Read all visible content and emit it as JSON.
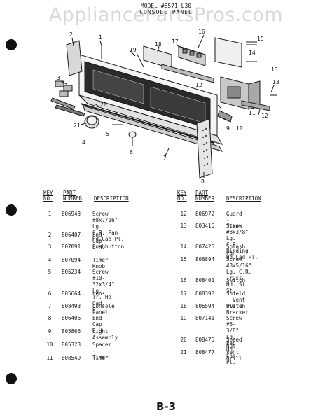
{
  "watermark": "AppliancePartsPros.com",
  "header": {
    "model": "MODEL #8571-L30",
    "section": "CONSOLE PANEL"
  },
  "columns": {
    "key_no": "KEY NO.",
    "part_number": "PART NUMBER",
    "description": "DESCRIPTION"
  },
  "callouts": [
    "1",
    "2",
    "3",
    "4",
    "5",
    "6",
    "7",
    "8",
    "9",
    "10",
    "11",
    "12",
    "13",
    "14",
    "15",
    "16",
    "17",
    "18",
    "19",
    "20",
    "21",
    "12",
    "13"
  ],
  "parts_left": [
    {
      "key": "1",
      "part": "806943",
      "desc": "Screw #8x7/16\" Lg.\nC.R. Pan Hd.Cad.Pl."
    },
    {
      "key": "2",
      "part": "806407",
      "desc": "End Cap L.H."
    },
    {
      "key": "3",
      "part": "807091",
      "desc": "Pushbutton"
    },
    {
      "key": "4",
      "part": "807094",
      "desc": "Timer Knob"
    },
    {
      "key": "5",
      "part": "805234",
      "desc": "Screw #10-32x3/4\" Lg.\nTr. Hd. Cad. Pl."
    },
    {
      "key": "6",
      "part": "805664",
      "desc": "Lens"
    },
    {
      "key": "7",
      "part": "808493",
      "desc": "Console Panel"
    },
    {
      "key": "8",
      "part": "806406",
      "desc": "End Cap R.H."
    },
    {
      "key": "9",
      "part": "805866",
      "desc": "Light Assembly"
    },
    {
      "key": "10",
      "part": "805323",
      "desc": "Spacer - Timer"
    },
    {
      "key": "11",
      "part": "808549",
      "desc": "Timer"
    }
  ],
  "parts_right": [
    {
      "key": "12",
      "part": "806972",
      "desc": "Guard - Timer"
    },
    {
      "key": "13",
      "part": "803416",
      "desc": "Screw #8x3/8\" Lg.\nC.R. Binding Hd.Cad.Pl."
    },
    {
      "key": "14",
      "part": "807425",
      "desc": "Splash Pan"
    },
    {
      "key": "15",
      "part": "806894",
      "desc": "Screw #8x5/16\" Lg. C.R.\nTruss Hd. St. St."
    },
    {
      "key": "16",
      "part": "808401",
      "desc": "Switch"
    },
    {
      "key": "17",
      "part": "808398",
      "desc": "Shield - Vent Plate"
    },
    {
      "key": "18",
      "part": "806594",
      "desc": "Switch Bracket"
    },
    {
      "key": "19",
      "part": "807141",
      "desc": "Screw #6-3/8\" Lg.\nPan Hd. Cad. Pl."
    },
    {
      "key": "20",
      "part": "808475",
      "desc": "Speed Nut"
    },
    {
      "key": "21",
      "part": "808477",
      "desc": "Vent Grill"
    }
  ],
  "page_number": "B-3"
}
